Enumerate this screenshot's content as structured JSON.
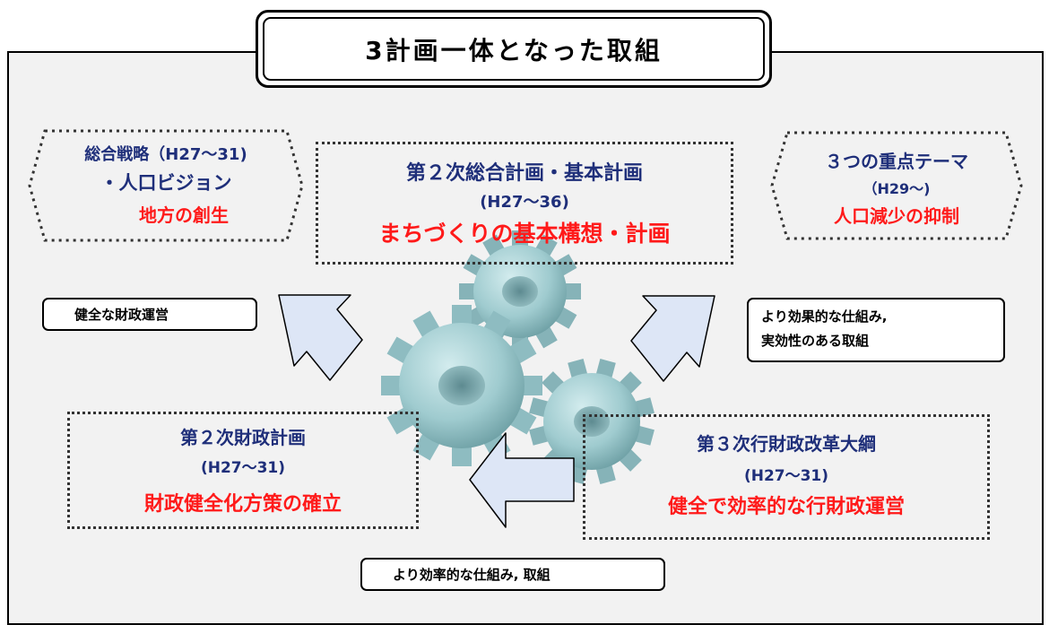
{
  "title": "3計画一体となった取組",
  "center_plan": {
    "line1": "第２次総合計画・基本計画",
    "line2": "(H27～36)",
    "line3": "まちづくりの基本構想・計画"
  },
  "left_top": {
    "line1": "総合戦略（H27～31)",
    "line2": "・人口ビジョン",
    "line3": "地方の創生"
  },
  "right_top": {
    "line1": "３つの重点テーマ",
    "line2": "（H29～)",
    "line3": "人口減少の抑制"
  },
  "left_bottom": {
    "line1": "第２次財政計画",
    "line2": "(H27～31)",
    "line3": "財政健全化方策の確立"
  },
  "right_bottom": {
    "line1": "第３次行財政改革大綱",
    "line2": "(H27～31)",
    "line3": "健全で効率的な行財政運営"
  },
  "notes": {
    "left": "健全な財政運営",
    "right_line1": "より効果的な仕組み,",
    "right_line2": "実効性のある取組",
    "bottom": "より効率的な仕組み, 取組"
  },
  "icons": [
    "gears-icon",
    "arrow-up-left-icon",
    "arrow-up-right-icon",
    "arrow-left-icon"
  ],
  "colors": {
    "navy": "#1f2f7a",
    "red": "#ff1a1a",
    "arrow_fill": "#dde6f6",
    "gear": "#9fcbcf"
  }
}
